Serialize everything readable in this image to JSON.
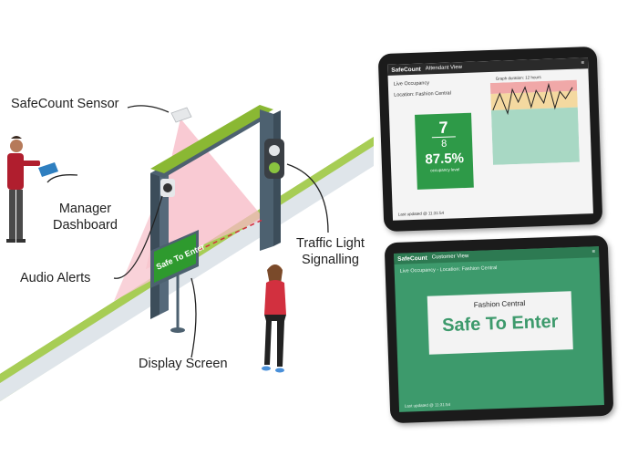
{
  "callouts": {
    "sensor": "SafeCount Sensor",
    "manager": "Manager\nDashboard",
    "audio": "Audio Alerts",
    "display": "Display Screen",
    "traffic": "Traffic Light\nSignalling"
  },
  "sign_text": "Safe To Enter",
  "attendant_view": {
    "logo": "SafeCount",
    "view_label": "Attendant View",
    "menu": "≡",
    "heading": "Live Occupancy",
    "location_label": "Location:",
    "location": "Fashion Central",
    "count": "7",
    "capacity": "8",
    "percent": "87.5%",
    "level_label": "occupancy level",
    "graph_caption": "Graph duration: 12 hours",
    "footer": "Last updated @ 11:31:54"
  },
  "customer_view": {
    "logo": "SafeCount",
    "view_label": "Customer View",
    "menu": "≡",
    "heading": "Live Occupancy - Location: Fashion Central",
    "location": "Fashion Central",
    "message": "Safe To Enter",
    "footer": "Last updated @ 11:31:54"
  },
  "colors": {
    "floor_green": "#8ab833",
    "gate_blue": "#4d6170",
    "sign_green": "#2e9a2e",
    "sensor_beam": "#f7b8c4",
    "accent_green": "#3d9a6c"
  }
}
